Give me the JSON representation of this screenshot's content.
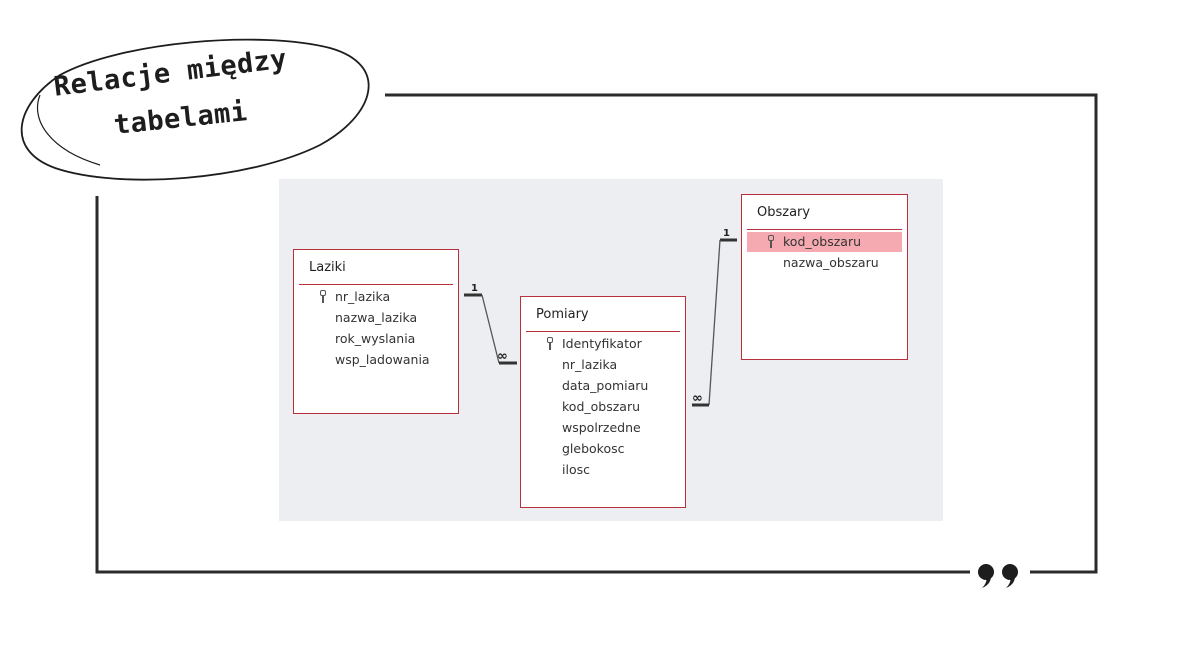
{
  "title": {
    "line1": "Relacje między",
    "line2": "tabelami"
  },
  "quote_icon": "closing-quote-icon",
  "tables": [
    {
      "id": "laziki",
      "name": "Laziki",
      "fields": [
        {
          "name": "nr_lazika",
          "key": true,
          "highlight": false
        },
        {
          "name": "nazwa_lazika",
          "key": false,
          "highlight": false
        },
        {
          "name": "rok_wyslania",
          "key": false,
          "highlight": false
        },
        {
          "name": "wsp_ladowania",
          "key": false,
          "highlight": false
        }
      ]
    },
    {
      "id": "pomiary",
      "name": "Pomiary",
      "fields": [
        {
          "name": "Identyfikator",
          "key": true,
          "highlight": false
        },
        {
          "name": "nr_lazika",
          "key": false,
          "highlight": false
        },
        {
          "name": "data_pomiaru",
          "key": false,
          "highlight": false
        },
        {
          "name": "kod_obszaru",
          "key": false,
          "highlight": false
        },
        {
          "name": "wspolrzedne",
          "key": false,
          "highlight": false
        },
        {
          "name": "glebokosc",
          "key": false,
          "highlight": false
        },
        {
          "name": "ilosc",
          "key": false,
          "highlight": false
        }
      ]
    },
    {
      "id": "obszary",
      "name": "Obszary",
      "fields": [
        {
          "name": "kod_obszaru",
          "key": true,
          "highlight": true
        },
        {
          "name": "nazwa_obszaru",
          "key": false,
          "highlight": false
        }
      ]
    }
  ],
  "relations": [
    {
      "from": "laziki",
      "from_field": "nr_lazika",
      "to": "pomiary",
      "to_field": "nr_lazika",
      "one_label": "1",
      "many_label": "∞"
    },
    {
      "from": "obszary",
      "from_field": "kod_obszaru",
      "to": "pomiary",
      "to_field": "kod_obszaru",
      "one_label": "1",
      "many_label": "∞"
    }
  ],
  "colors": {
    "table_border": "#b8303b",
    "highlight": "#f4aab0",
    "canvas": "#eceef2",
    "frame": "#2b2b2b"
  }
}
